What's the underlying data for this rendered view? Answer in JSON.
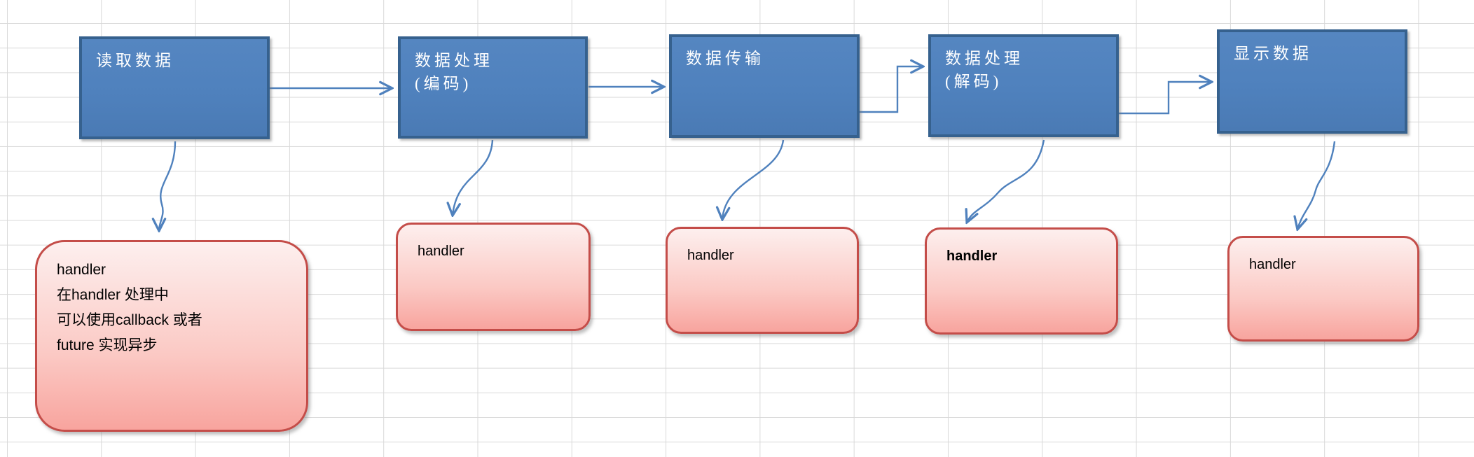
{
  "flowchart": {
    "process_nodes": [
      {
        "line1": "读取数据",
        "line2": ""
      },
      {
        "line1": "数据处理",
        "line2": "(编码)"
      },
      {
        "line1": "数据传输",
        "line2": ""
      },
      {
        "line1": "数据处理",
        "line2": "(解码)"
      },
      {
        "line1": "显示数据",
        "line2": ""
      }
    ],
    "handler_notes": [
      {
        "line1": "handler",
        "line2": "在handler 处理中",
        "line3": "可以使用callback 或者",
        "line4": "future 实现异步"
      },
      {
        "line1": "handler"
      },
      {
        "line1": "handler"
      },
      {
        "line1": "handler"
      },
      {
        "line1": "handler"
      }
    ],
    "colors": {
      "process_fill": "#4f81bd",
      "process_border": "#36618e",
      "process_text": "#ffffff",
      "note_fill_top": "#fdefee",
      "note_fill_bottom": "#f8a49e",
      "note_border": "#c44d49",
      "note_text": "#000000",
      "connector": "#4f81bd",
      "grid_line": "#d9d9d9",
      "background": "#ffffff"
    }
  }
}
